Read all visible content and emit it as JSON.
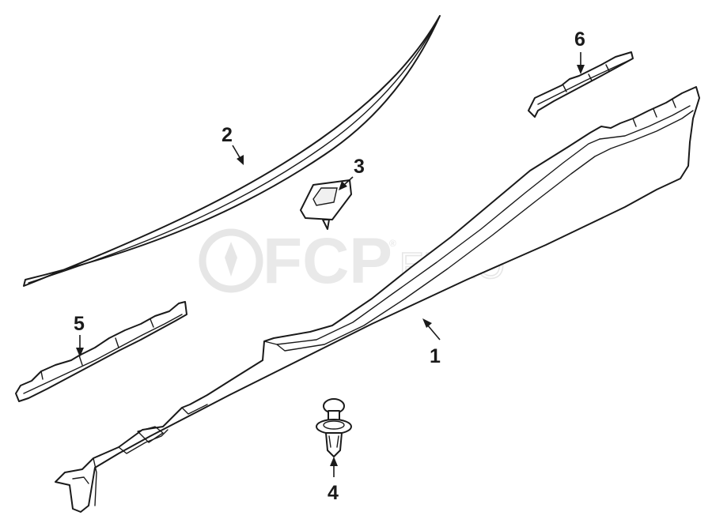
{
  "callouts": [
    {
      "id": "1",
      "label": "1"
    },
    {
      "id": "2",
      "label": "2"
    },
    {
      "id": "3",
      "label": "3"
    },
    {
      "id": "4",
      "label": "4"
    },
    {
      "id": "5",
      "label": "5"
    },
    {
      "id": "6",
      "label": "6"
    }
  ],
  "watermark": {
    "brand": "FCP",
    "suffix": "EURO",
    "mark": "®"
  }
}
